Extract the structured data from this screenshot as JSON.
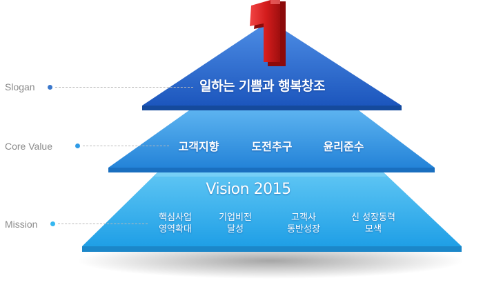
{
  "number_one": "1",
  "left_labels": {
    "slogan": "Slogan",
    "core_value": "Core Value",
    "mission": "Mission"
  },
  "slogan_text": "일하는 기쁨과 행복창조",
  "core_values": [
    "고객지향",
    "도전추구",
    "윤리준수"
  ],
  "vision_title": "Vision 2015",
  "missions": [
    {
      "line1": "핵심사업",
      "line2": "영역확대"
    },
    {
      "line1": "기업비전",
      "line2": "달성"
    },
    {
      "line1": "고객사",
      "line2": "동반성장"
    },
    {
      "line1": "신 성장동력",
      "line2": "모색"
    }
  ],
  "colors": {
    "top_tier": "#1f62c8",
    "middle_tier": "#2a8ee0",
    "bottom_tier": "#29a8ec",
    "number_red": "#d61f1f",
    "label_gray": "#8a8a8a",
    "dot_slogan": "#3a78cc",
    "dot_core": "#2f9be6",
    "dot_mission": "#35b7f0"
  }
}
